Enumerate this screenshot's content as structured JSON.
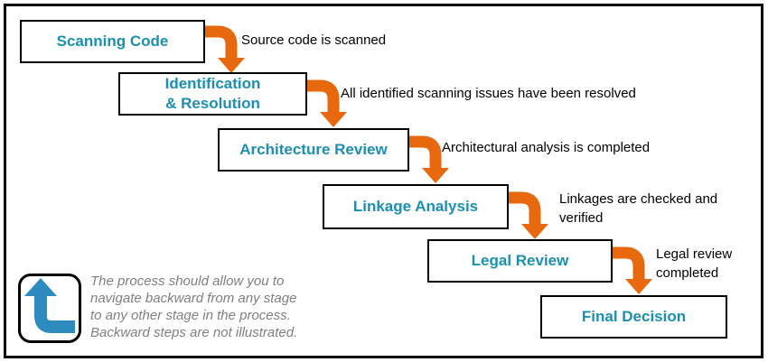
{
  "flow": {
    "steps": [
      {
        "label": "Scanning Code",
        "caption": "Source code is scanned"
      },
      {
        "label": "Identification\n& Resolution",
        "caption": "All identified scanning issues have been resolved"
      },
      {
        "label": "Architecture Review",
        "caption": "Architectural analysis is completed"
      },
      {
        "label": "Linkage Analysis",
        "caption": "Linkages are checked and\nverified"
      },
      {
        "label": "Legal Review",
        "caption": "Legal review\ncompleted"
      },
      {
        "label": "Final Decision"
      }
    ]
  },
  "note": {
    "icon": "backward-arrow-icon",
    "text": "The process should allow you to\nnavigate backward from any stage\nto any other stage in the process.\nBackward steps are not illustrated."
  },
  "colors": {
    "step_label": "#1C8FB0",
    "flow_arrow": "#E8680E",
    "backward_arrow": "#2E8BBE",
    "note_text": "#7F7F7F",
    "box_border": "#000000"
  }
}
